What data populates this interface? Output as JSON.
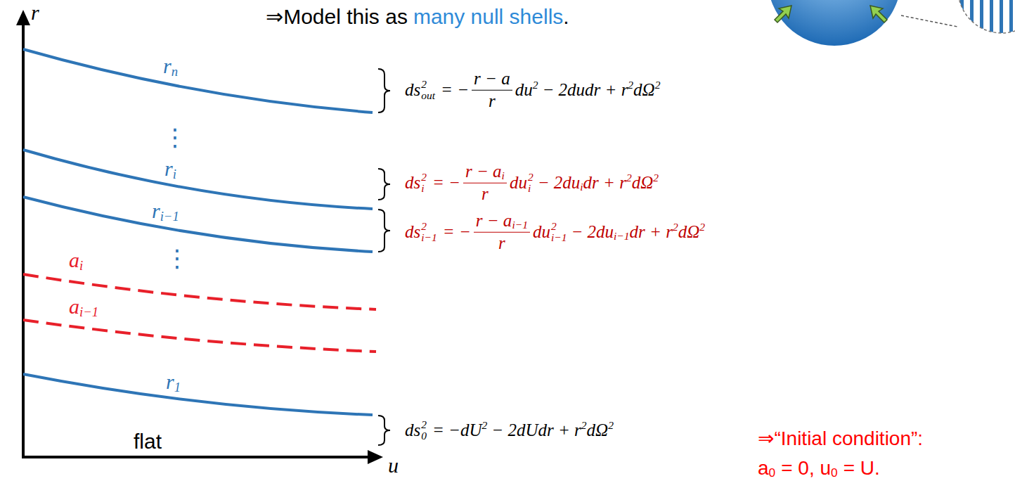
{
  "diagram": {
    "labels": [
      "⇒Model this as",
      "many null shells",
      ".",
      "r",
      "u",
      "r",
      "n",
      "⋮",
      "r",
      "i",
      "r",
      "i−1",
      "⋮",
      "a",
      "i",
      "a",
      "i−1",
      "r",
      "1",
      "flat",
      "ds",
      "2",
      "out",
      "= −",
      "r − a",
      "r",
      "du",
      "2",
      "− 2dudr + r",
      "2",
      "dΩ",
      "2",
      "ds",
      "2",
      "i",
      "= −",
      "r − a",
      "i",
      "r",
      "du",
      "2",
      "i",
      "− 2du",
      "i",
      "dr + r",
      "2",
      "dΩ",
      "2",
      "ds",
      "2",
      "i−1",
      "= −",
      "r − a",
      "i−1",
      "r",
      "du",
      "2",
      "i−1",
      "− 2du",
      "i−1",
      "dr + r",
      "2",
      "dΩ",
      "2",
      "ds",
      "2",
      "0",
      "= −dU",
      "2",
      "− 2dUdr + r",
      "2",
      "dΩ",
      "2",
      "⇒“Initial condition”:",
      "a",
      "0",
      "= 0, u",
      "0",
      "= U."
    ]
  }
}
